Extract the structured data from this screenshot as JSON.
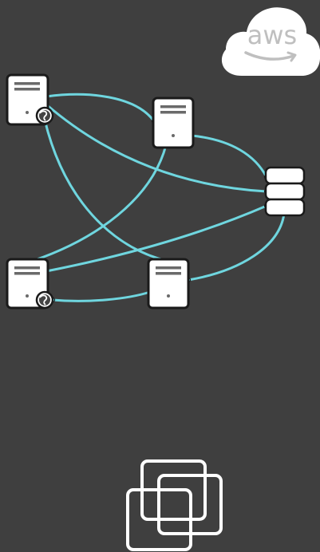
{
  "cloud_provider": {
    "label": "aws",
    "icon": "aws-cloud-icon",
    "color": "#ffffff",
    "text_color": "#bfbfbf"
  },
  "nodes": [
    {
      "id": "server-1",
      "type": "server",
      "icon": "server-icon",
      "public": true
    },
    {
      "id": "server-2",
      "type": "server",
      "icon": "server-icon",
      "public": false
    },
    {
      "id": "database-1",
      "type": "database",
      "icon": "database-icon",
      "public": false
    },
    {
      "id": "server-3",
      "type": "server",
      "icon": "server-icon",
      "public": true
    },
    {
      "id": "server-4",
      "type": "server",
      "icon": "server-icon",
      "public": false
    }
  ],
  "connections": [
    {
      "from": "server-1",
      "to": "server-2"
    },
    {
      "from": "server-1",
      "to": "database-1"
    },
    {
      "from": "server-1",
      "to": "server-4"
    },
    {
      "from": "server-2",
      "to": "database-1"
    },
    {
      "from": "server-2",
      "to": "server-3"
    },
    {
      "from": "server-3",
      "to": "database-1"
    },
    {
      "from": "server-3",
      "to": "server-4"
    },
    {
      "from": "server-4",
      "to": "database-1"
    }
  ],
  "footer_logo": {
    "icon": "vmware-logo-icon"
  },
  "colors": {
    "background": "#3f3f3f",
    "connection": "#6fd6df",
    "node_fill": "#ffffff",
    "node_border": "#1a1a1a",
    "node_detail": "#6a6a6a",
    "logo": "#ffffff"
  }
}
